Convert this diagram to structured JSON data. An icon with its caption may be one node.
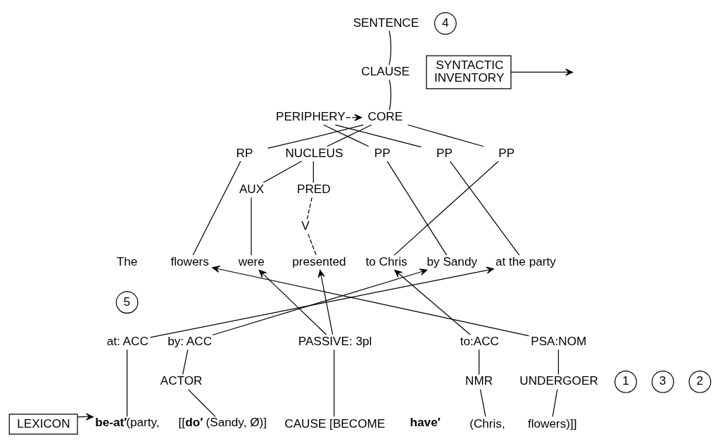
{
  "diagram": {
    "nodes": [
      {
        "text": [
          "SENTENCE"
        ]
      },
      {
        "text": [
          "CLAUSE"
        ]
      },
      {
        "text": [
          "CORE"
        ]
      },
      {
        "text": [
          "PERIPHERY"
        ]
      },
      {
        "text": [
          "RP"
        ]
      },
      {
        "text": [
          "NUCLEUS"
        ]
      },
      {
        "text": [
          "PP"
        ]
      },
      {
        "text": [
          "AUX"
        ]
      },
      {
        "text": [
          "PRED"
        ]
      },
      {
        "text": [
          "V"
        ]
      },
      {
        "text": [
          "PP"
        ]
      },
      {
        "text": [
          "PP"
        ]
      },
      {
        "text": [
          "The"
        ]
      },
      {
        "text": [
          "flowers"
        ]
      },
      {
        "text": [
          "were"
        ]
      },
      {
        "text": [
          "presented"
        ]
      },
      {
        "text": [
          "to Chris"
        ]
      },
      {
        "text": [
          "by Sandy"
        ]
      },
      {
        "text": [
          "at the party"
        ]
      },
      {
        "text": [
          "at: ACC"
        ]
      },
      {
        "text": [
          "by: ACC"
        ]
      },
      {
        "text": [
          "PASSIVE: 3pl"
        ]
      },
      {
        "text": [
          "to:ACC"
        ]
      },
      {
        "text": [
          "PSA:NOM"
        ]
      },
      {
        "text": [
          "ACTOR"
        ]
      },
      {
        "text": [
          "NMR"
        ]
      },
      {
        "text": [
          "UNDERGOER"
        ]
      },
      {
        "text": [
          "**be-at′**(party,"
        ]
      },
      {
        "text": [
          "[[**do′** (Sandy, Ø)]"
        ]
      },
      {
        "text": [
          "CAUSE [BECOME"
        ]
      },
      {
        "text": [
          "**have′**"
        ]
      },
      {
        "text": [
          "(Chris,"
        ]
      },
      {
        "text": [
          "flowers)]]"
        ]
      },
      {
        "text": [
          "SYNTACTIC INVENTORY"
        ]
      },
      {
        "text": [
          "LEXICON"
        ]
      },
      {
        "text": [
          "4"
        ]
      },
      {
        "text": [
          "5"
        ]
      },
      {
        "text": [
          "1"
        ]
      },
      {
        "text": [
          "3"
        ]
      },
      {
        "text": [
          "2"
        ]
      }
    ],
    "edges": [
      {
        "from": 0,
        "to": 1,
        "arrow": "none"
      },
      {
        "from": 1,
        "to": 2,
        "arrow": "none"
      },
      {
        "from": 3,
        "to": 2,
        "arrow": "to",
        "style": "dashed"
      },
      {
        "from": 2,
        "to": 4,
        "arrow": "none"
      },
      {
        "from": 2,
        "to": 5,
        "arrow": "none"
      },
      {
        "from": 2,
        "to": 6,
        "arrow": "none"
      },
      {
        "from": 5,
        "to": 7,
        "arrow": "none"
      },
      {
        "from": 5,
        "to": 8,
        "arrow": "none"
      },
      {
        "from": 8,
        "to": 9,
        "arrow": "none",
        "style": "dashed"
      },
      {
        "from": 3,
        "to": 10,
        "arrow": "none"
      },
      {
        "from": 3,
        "to": 11,
        "arrow": "none"
      },
      {
        "from": 4,
        "to": 13,
        "arrow": "none"
      },
      {
        "from": 7,
        "to": 14,
        "arrow": "none"
      },
      {
        "from": 9,
        "to": 15,
        "arrow": "none",
        "style": "dashed"
      },
      {
        "from": 6,
        "to": 16,
        "arrow": "none"
      },
      {
        "from": 10,
        "to": 17,
        "arrow": "none"
      },
      {
        "from": 11,
        "to": 18,
        "arrow": "none"
      },
      {
        "from": 19,
        "to": 18,
        "arrow": "to"
      },
      {
        "from": 20,
        "to": 17,
        "arrow": "to"
      },
      {
        "from": 21,
        "to": 14,
        "arrow": "to"
      },
      {
        "from": 21,
        "to": 15,
        "arrow": "to"
      },
      {
        "from": 22,
        "to": 16,
        "arrow": "to"
      },
      {
        "from": 23,
        "to": 13,
        "arrow": "to"
      },
      {
        "from": 19,
        "to": 27,
        "arrow": "none"
      },
      {
        "from": 20,
        "to": 24,
        "arrow": "none"
      },
      {
        "from": 24,
        "to": 28,
        "arrow": "none"
      },
      {
        "from": 21,
        "to": 29,
        "arrow": "none"
      },
      {
        "from": 22,
        "to": 25,
        "arrow": "none"
      },
      {
        "from": 25,
        "to": 31,
        "arrow": "none"
      },
      {
        "from": 23,
        "to": 26,
        "arrow": "none"
      },
      {
        "from": 26,
        "to": 32,
        "arrow": "none"
      },
      {
        "from": 33,
        "to": null,
        "arrow": "to"
      },
      {
        "from": 34,
        "to": 27,
        "arrow": "to"
      }
    ]
  }
}
